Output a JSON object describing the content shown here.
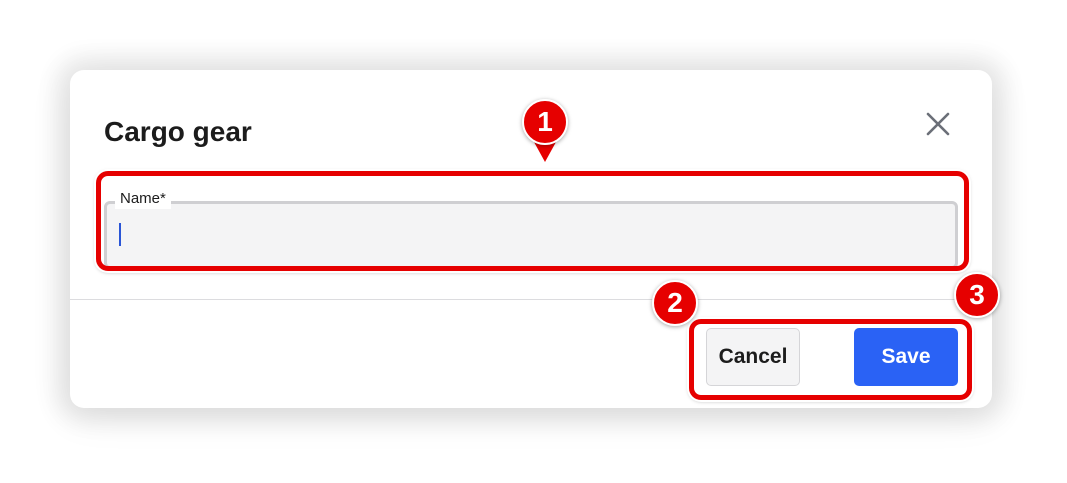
{
  "dialog": {
    "title": "Cargo gear",
    "close_icon": "close-icon"
  },
  "form": {
    "name_label": "Name*",
    "name_value": ""
  },
  "footer": {
    "cancel_label": "Cancel",
    "save_label": "Save"
  },
  "annotations": {
    "badge_1": "1",
    "badge_2": "2",
    "badge_3": "3",
    "color": "#e60000"
  },
  "colors": {
    "primary": "#2a62f5",
    "field_bg": "#f4f4f5",
    "text": "#1c1c1c"
  }
}
